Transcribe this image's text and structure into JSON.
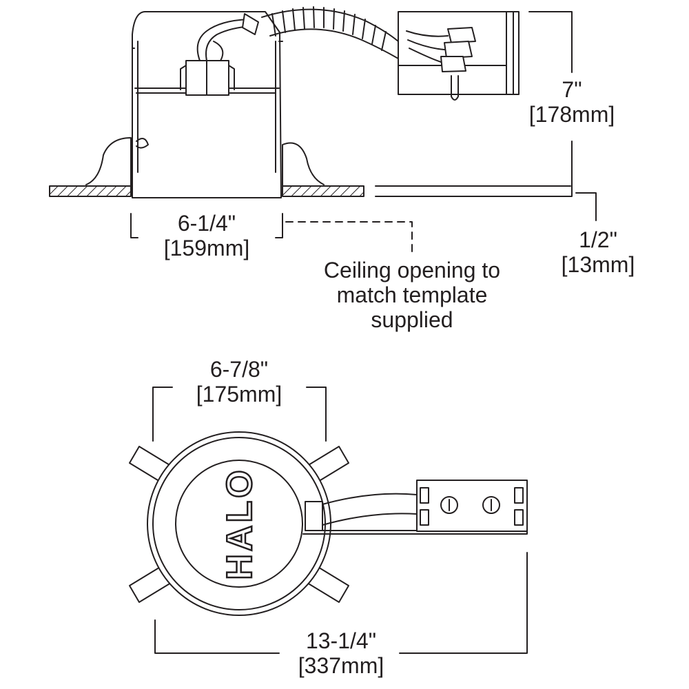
{
  "side_view": {
    "height_in": "7\"",
    "height_mm": "[178mm]",
    "width_in": "6-1/4\"",
    "width_mm": "[159mm]",
    "ceiling_in": "1/2\"",
    "ceiling_mm": "[13mm]",
    "note_line1": "Ceiling opening to",
    "note_line2": "match template",
    "note_line3": "supplied"
  },
  "top_view": {
    "diameter_in": "6-7/8\"",
    "diameter_mm": "[175mm]",
    "length_in": "13-1/4\"",
    "length_mm": "[337mm]",
    "brand": "HALO"
  },
  "colors": {
    "line": "#231f20",
    "background": "#ffffff"
  }
}
